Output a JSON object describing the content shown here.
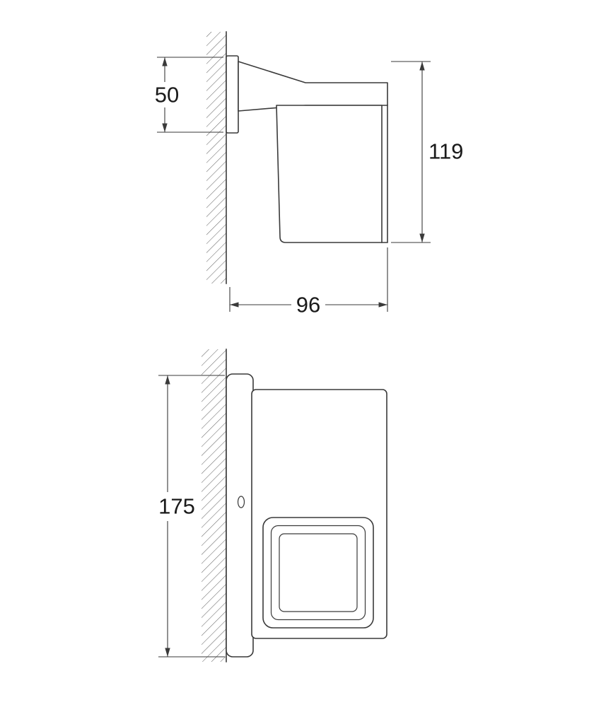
{
  "document": {
    "type": "technical dimension drawing, wall-mounted tumbler holder, two orthographic views",
    "background_color": "#ffffff",
    "line_color": "#3a3a3a",
    "text_color": "#1a1a1a"
  },
  "views": {
    "side_view": {
      "name": "side view (top drawing)",
      "dimensions": {
        "plate_height_mm": "50",
        "total_height_mm": "119",
        "depth_mm": "96"
      }
    },
    "front_view": {
      "name": "front view (bottom drawing)",
      "dimensions": {
        "mounting_height_mm": "175"
      }
    }
  }
}
